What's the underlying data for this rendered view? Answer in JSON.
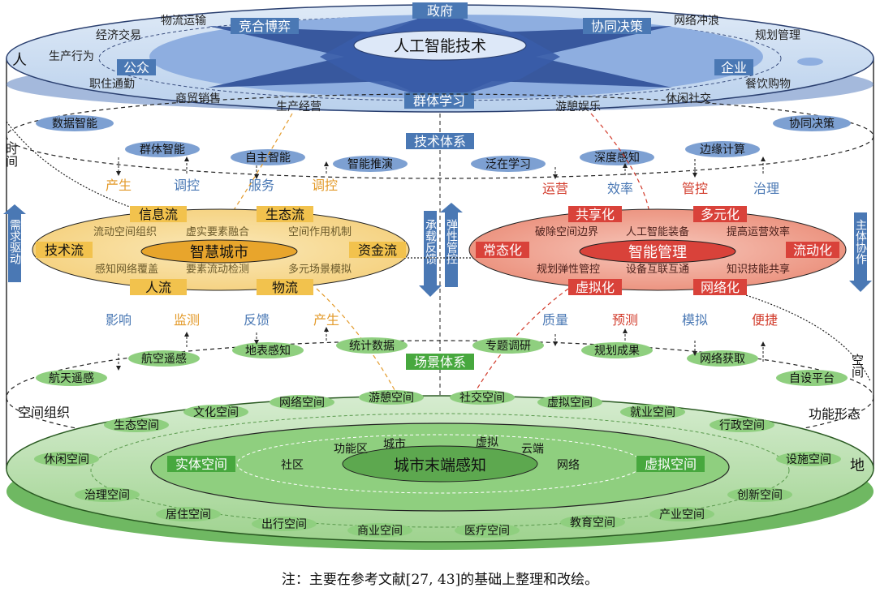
{
  "caption": "注：主要在参考文献[27, 43]的基础上整理和改绘。",
  "colors": {
    "top_blue": "#c9ddf2",
    "top_mid": "#8fb1dc",
    "top_dark": "#2f4f97",
    "label_blue": "#4a78b4",
    "yellow_ellipse": "#f8dc98",
    "yellow_label": "#f2c24d",
    "red_ellipse": "#ef9c8a",
    "red_label": "#d9423a",
    "green_outer": "#bfe0b4",
    "green_mid": "#8fcf7f",
    "green_label": "#47a83e",
    "orange_text": "#e39a2a",
    "red_text": "#d23b2b"
  },
  "top": {
    "side_label": "人",
    "center": "人工智能技术",
    "star_labels": [
      "政府",
      "竞合博弈",
      "协同决策",
      "公众",
      "企业",
      "群体学习"
    ],
    "ring_labels": [
      "物流运输",
      "经济交易",
      "网络冲浪",
      "规划管理",
      "生产行为",
      "职住通勤",
      "餐饮购物",
      "商贸销售",
      "生产经营",
      "游憩娱乐",
      "休闲社交"
    ]
  },
  "tech": {
    "title": "技术体系",
    "nodes": [
      "数据智能",
      "群体智能",
      "自主智能",
      "智能推演",
      "泛在学习",
      "深度感知",
      "边缘计算",
      "协同决策"
    ],
    "left_verbs": [
      "产生",
      "调控",
      "服务",
      "调控"
    ],
    "right_verbs": [
      "运营",
      "效率",
      "管控",
      "治理"
    ]
  },
  "side": {
    "time": "时间",
    "space": "空间",
    "demand": "需求驱动",
    "carry": "承载反馈",
    "elastic": "弹性管控",
    "subject": "主体协作"
  },
  "smart_city": {
    "center": "智慧城市",
    "flows": [
      "信息流",
      "生态流",
      "技术流",
      "资金流",
      "人流",
      "物流"
    ],
    "items": [
      "流动空间组织",
      "虚实要素融合",
      "空间作用机制",
      "感知网络覆盖",
      "要素流动检测",
      "多元场景模拟"
    ]
  },
  "smart_mgmt": {
    "center": "智能管理",
    "tags": [
      "共享化",
      "多元化",
      "常态化",
      "流动化",
      "虚拟化",
      "网络化"
    ],
    "items": [
      "破除空间边界",
      "人工智能装备",
      "提高运营效率",
      "规划弹性管控",
      "设备互联互通",
      "知识技能共享"
    ]
  },
  "scene": {
    "title": "场景体系",
    "nodes": [
      "航天遥感",
      "航空遥感",
      "地表感知",
      "统计数据",
      "专题调研",
      "规划成果",
      "网络获取",
      "自设平台"
    ],
    "left_verbs": [
      "影响",
      "监测",
      "反馈",
      "产生"
    ],
    "right_verbs": [
      "质量",
      "预测",
      "模拟",
      "便捷"
    ]
  },
  "ground": {
    "side_label": "地",
    "left_label": "空间组织",
    "right_label": "功能形态",
    "center": "城市末端感知",
    "real": "实体空间",
    "virtual": "虚拟空间",
    "inner_words": [
      "功能区",
      "城市",
      "社区",
      "虚拟",
      "云端",
      "网络"
    ],
    "spaces": [
      "网络空间",
      "游憩空间",
      "社交空间",
      "虚拟空间",
      "文化空间",
      "就业空间",
      "生态空间",
      "行政空间",
      "休闲空间",
      "设施空间",
      "治理空间",
      "创新空间",
      "居住空间",
      "产业空间",
      "出行空间",
      "教育空间",
      "商业空间",
      "医疗空间"
    ]
  }
}
